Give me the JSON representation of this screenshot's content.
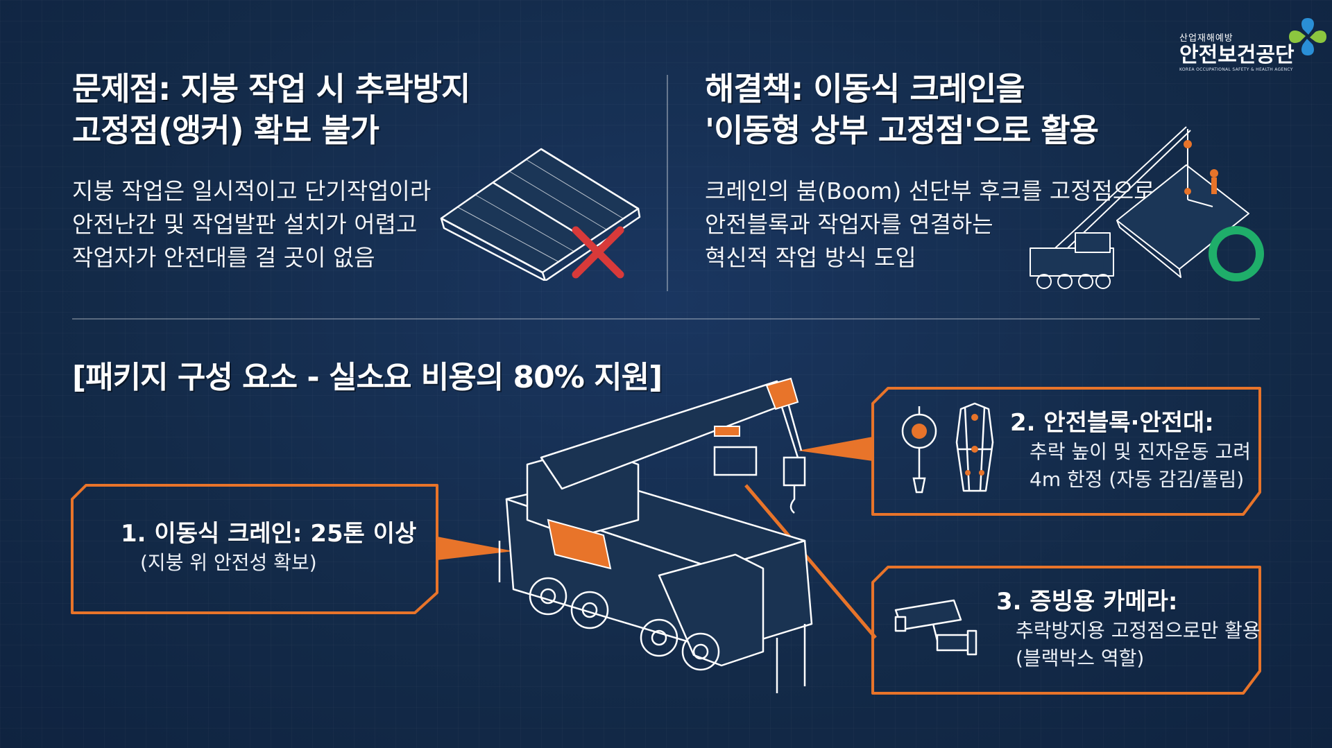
{
  "problem": {
    "title_line1": "문제점: 지붕 작업 시 추락방지",
    "title_line2": "고정점(앵커) 확보 불가",
    "body_line1": "지붕 작업은 일시적이고 단기작업이라",
    "body_line2": "안전난간 및 작업발판 설치가 어렵고",
    "body_line3": "작업자가 안전대를 걸 곳이 없음"
  },
  "solution": {
    "title_line1": "해결책: 이동식 크레인을",
    "title_line2": "'이동형 상부 고정점'으로 활용",
    "body_line1": "크레인의 붐(Boom) 선단부 후크를 고정점으로",
    "body_line2": "안전블록과 작업자를 연결하는",
    "body_line3": "혁신적 작업 방식 도입"
  },
  "package": {
    "title": "[패키지 구성 요소 - 실소요 비용의 80% 지원]",
    "item1": {
      "title": "1. 이동식 크레인: 25톤 이상",
      "desc": "(지붕 위 안전성 확보)"
    },
    "item2": {
      "title": "2. 안전블록·안전대:",
      "desc_line1": "추락 높이 및 진자운동 고려",
      "desc_line2": "4m 한정 (자동 감김/풀림)"
    },
    "item3": {
      "title": "3. 증빙용 카메라:",
      "desc_line1": "추락방지용 고정점으로만 활용",
      "desc_line2": "(블랙박스 역할)"
    }
  },
  "logo": {
    "sub": "산업재해예방",
    "name": "안전보건공단",
    "eng": "KOREA OCCUPATIONAL SAFETY & HEALTH AGENCY"
  },
  "colors": {
    "background": "#132a48",
    "accent_orange": "#e8742a",
    "cross_red": "#d83a3a",
    "check_green": "#1fae6a",
    "logo_blue": "#2a8fd6",
    "logo_green": "#8cc63f"
  }
}
